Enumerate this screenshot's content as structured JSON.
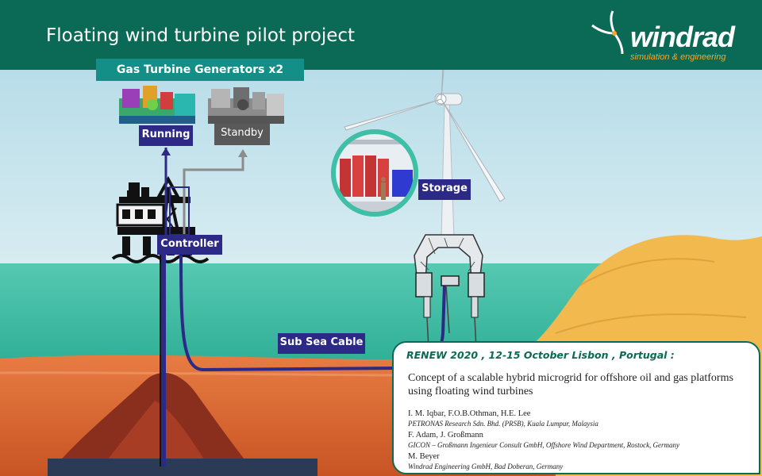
{
  "header": {
    "title": "Floating wind turbine pilot project",
    "logo_name": "windrad",
    "logo_tagline": "simulation & engineering"
  },
  "labels": {
    "gas_turbines": "Gas Turbine Generators x2",
    "running": "Running",
    "standby": "Standby",
    "controller": "Controller",
    "storage": "Storage",
    "cable": "Sub Sea Cable"
  },
  "paper": {
    "conference": "RENEW 2020 , 12-15 October Lisbon , Portugal :",
    "title": "Concept of a scalable hybrid microgrid for offshore oil and gas platforms using floating wind turbines",
    "authors": [
      {
        "names": "I. M. Iqbar, F.O.B.Othman,  H.E. Lee",
        "affiliation": "PETRONAS Research Sdn. Bhd. (PRSB), Kuala Lumpur, Malaysia"
      },
      {
        "names": "F. Adam, J. Großmann",
        "affiliation": "GICON – Großmann Ingenieur Consult GmbH, Offshore Wind Department, Rostock, Germany"
      },
      {
        "names": "M. Beyer",
        "affiliation": "Windrad Engineering GmbH, Bad Doberan, Germany"
      }
    ]
  },
  "colors": {
    "header": "#0b6a55",
    "label_blue": "#2c2a86",
    "label_teal": "#138f88",
    "label_grey": "#595959",
    "sea": "#3fbfa6",
    "seabed": "#e0703a",
    "sky": "#c9e3ec",
    "cliff": "#f2b94f",
    "cable": "#2c2a86"
  }
}
